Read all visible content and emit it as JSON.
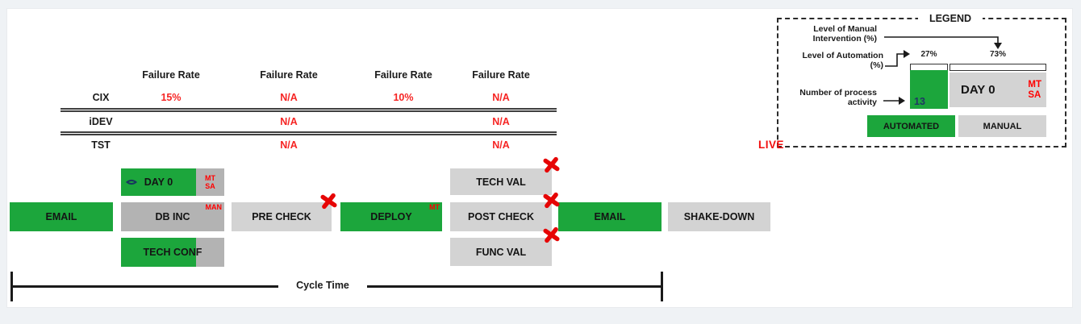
{
  "colors": {
    "automated_green": "#1ca63c",
    "manual_gray_dark": "#b3b3b3",
    "manual_gray_light": "#d3d3d3",
    "failure_red": "#f62423",
    "badge_red": "#ff0000",
    "count_navy": "#1f3864"
  },
  "table": {
    "header_label": "Failure Rate",
    "rows": [
      {
        "label": "CIX",
        "values": [
          "15%",
          "N/A",
          "10%",
          "N/A"
        ]
      },
      {
        "label": "iDEV",
        "values": [
          "",
          "N/A",
          "",
          "N/A"
        ]
      },
      {
        "label": "TST",
        "values": [
          "",
          "N/A",
          "",
          "N/A"
        ]
      }
    ]
  },
  "flow": {
    "email_start": "EMAIL",
    "day0": {
      "label": "DAY 0",
      "badge_top": "MT",
      "badge_bottom": "SA"
    },
    "db_inc": {
      "label": "DB INC",
      "badge": "MAN"
    },
    "tech_conf": {
      "label": "TECH CONF"
    },
    "pre_check": {
      "label": "PRE CHECK"
    },
    "deploy": {
      "label": "DEPLOY",
      "badge": "MT"
    },
    "tech_val": {
      "label": "TECH VAL"
    },
    "post_check": {
      "label": "POST CHECK"
    },
    "func_val": {
      "label": "FUNC VAL"
    },
    "email_end": "EMAIL",
    "shake_down": {
      "label": "SHAKE-DOWN"
    }
  },
  "cycle_time_label": "Cycle Time",
  "legend": {
    "title": "LEGEND",
    "manual_intervention_line1": "Level of Manual",
    "manual_intervention_line2": "Intervention (%)",
    "automation_line1": "Level of Automation",
    "automation_line2": "(%)",
    "activity_line1": "Number of process",
    "activity_line2": "activity",
    "automation_pct": "27%",
    "manual_pct": "73%",
    "activity_count": "13",
    "sample_label": "DAY 0",
    "sample_badge_top": "MT",
    "sample_badge_bottom": "SA",
    "automated_label": "AUTOMATED",
    "manual_label": "MANUAL"
  },
  "live_label": "LIVE"
}
